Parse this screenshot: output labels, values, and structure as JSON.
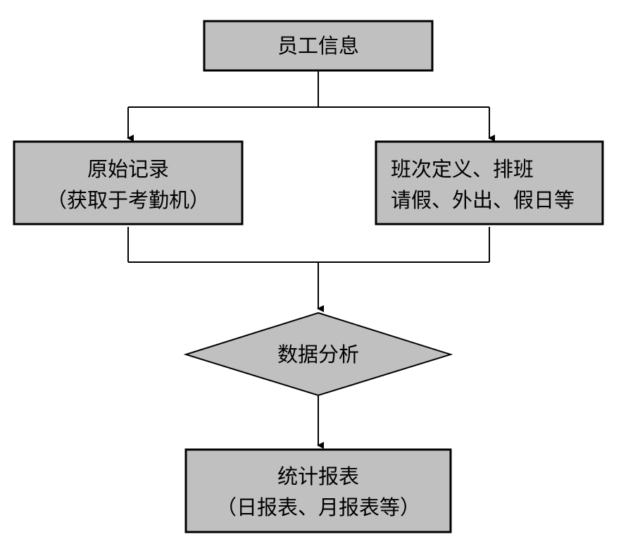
{
  "colors": {
    "node_fill": "#c0c0c0",
    "stroke": "#000000",
    "background": "#ffffff"
  },
  "nodes": {
    "employee_info": {
      "lines": [
        "员工信息"
      ]
    },
    "raw_records": {
      "lines": [
        "原始记录",
        "（获取于考勤机）"
      ]
    },
    "shift_definition": {
      "lines": [
        "班次定义、排班",
        "请假、外出、假日等"
      ]
    },
    "data_analysis": {
      "lines": [
        "数据分析"
      ]
    },
    "statistics_report": {
      "lines": [
        "统计报表",
        "（日报表、月报表等）"
      ]
    }
  }
}
